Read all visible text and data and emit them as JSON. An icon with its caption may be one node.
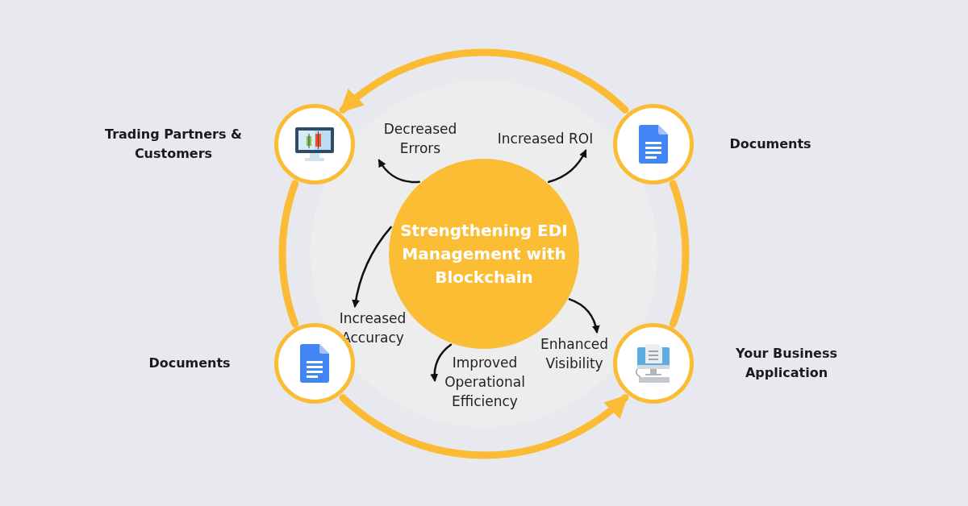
{
  "diagram": {
    "nodes": [
      {
        "text": [
          "Strengthening EDI Management with Blockchain"
        ]
      },
      {
        "text": [
          "Decreased Errors"
        ]
      },
      {
        "text": [
          "Increased ROI"
        ]
      },
      {
        "text": [
          "Increased Accuracy"
        ]
      },
      {
        "text": [
          "Improved Operational Efficiency"
        ]
      },
      {
        "text": [
          "Enhanced Visibility"
        ]
      },
      {
        "text": [],
        "shape": "circle",
        "beside": [
          "Trading Partners & Customers"
        ]
      },
      {
        "text": [],
        "shape": "circle",
        "beside": [
          "Documents"
        ]
      },
      {
        "text": [],
        "shape": "circle",
        "beside": [
          "Documents"
        ]
      },
      {
        "text": [],
        "shape": "circle",
        "beside": [
          "Your Business Application"
        ]
      }
    ],
    "edges": [
      {
        "from": 7,
        "to": 6,
        "arrow": "to",
        "style": "thick",
        "color": "#fbbb34"
      },
      {
        "from": 6,
        "to": 8,
        "arrow": "none",
        "style": "thick",
        "color": "#fbbb34"
      },
      {
        "from": 8,
        "to": 9,
        "arrow": "to",
        "style": "thick",
        "color": "#fbbb34"
      },
      {
        "from": 9,
        "to": 7,
        "arrow": "none",
        "style": "thick",
        "color": "#fbbb34"
      },
      {
        "from": 0,
        "to": 1,
        "arrow": "to"
      },
      {
        "from": 0,
        "to": 2,
        "arrow": "to"
      },
      {
        "from": 0,
        "to": 3,
        "arrow": "to"
      },
      {
        "from": 0,
        "to": 4,
        "arrow": "to"
      },
      {
        "from": 0,
        "to": 5,
        "arrow": "to"
      }
    ]
  }
}
